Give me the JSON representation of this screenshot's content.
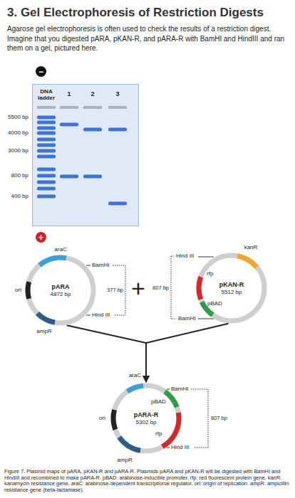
{
  "diagram": {
    "title": "3. Gel Electrophoresis of Restriction Digests",
    "caption": "Figure 7. Plasmid maps of pARA, pKAN-R and pARA-R. Plasmids pARA and pKAN-R will be digested with BamHI and HindIII and recombined to make pARA-R. pBAD: arabinose-inducible promoter. rfp: red fluorescent protein gene. kanR: kanamycin resistance gene. araC: arabinose-dependent transcriptional regulator. ori: origin of replication. ampR: ampicillin resistance gene (beta-lactamase).",
    "nodes": [
      {
        "text": [
          "−"
        ]
      },
      {
        "text": [
          "DNA ladder",
          "1",
          "2",
          "3"
        ]
      },
      {
        "text": [
          "+"
        ]
      },
      {
        "text": [
          "pARA",
          "4872 bp"
        ]
      },
      {
        "text": [
          "pKAN-R",
          "5512 bp"
        ]
      },
      {
        "text": [
          "pARA-R",
          "5302 bp"
        ]
      }
    ],
    "edges": [
      {
        "from": 3,
        "to": 5,
        "arrow": "to"
      },
      {
        "from": 4,
        "to": 5,
        "arrow": "to"
      }
    ],
    "labels": [
      "Agarose gel electrophoresis is often used to check the results of a restriction digest. Imagine that you digested pARA, pKAN-R, and pARA-R with BamHI and HindIII and ran them on a gel, pictured here.",
      "5500 bp",
      "4000 bp",
      "3000 bp",
      "800 bp",
      "400 bp",
      "araC",
      "ori",
      "ampR",
      "BamHI",
      "Hind III",
      "377 bp",
      "+",
      "kanR",
      "Hind III",
      "rfp",
      "pBAD",
      "807 bp",
      "BamHI",
      "araC",
      "pBAD",
      "BamHI",
      "807 bp",
      "rfp",
      "Hind III",
      "ori",
      "ampR"
    ]
  }
}
